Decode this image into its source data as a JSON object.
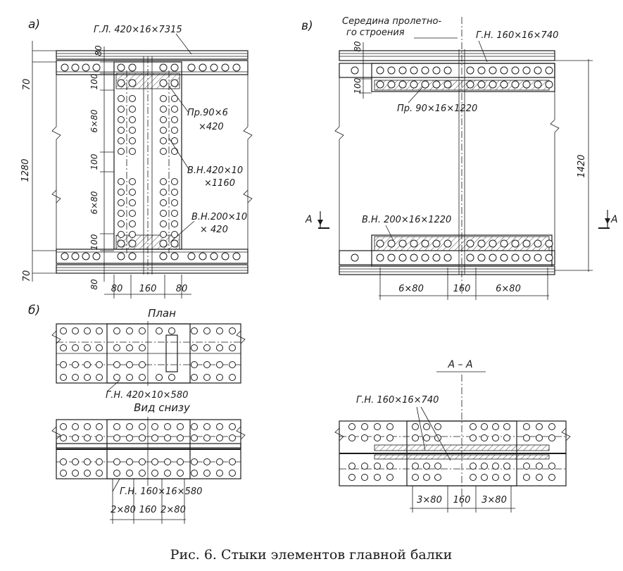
{
  "figure_caption": "Рис. 6. Стыки элементов главной балки",
  "panel_a": {
    "tag": "а)",
    "flange_plate_label": "Г.Л. 420×16×7315",
    "web_pad_top_label_1": "Пр.90×6",
    "web_pad_top_label_2": "×420",
    "web_cover_label_1": "В.Н.420×10",
    "web_cover_label_2": "×1160",
    "web_pad_bottom_label_1": "В.Н.200×10",
    "web_pad_bottom_label_2": "× 420",
    "dims": {
      "top_edge": "80",
      "bottom_edge": "80",
      "flange_top": "70",
      "flange_bottom": "70",
      "overall_height": "1280",
      "seg_1": "100",
      "seg_2": "6×80",
      "seg_3": "100",
      "seg_4": "6×80",
      "seg_5": "100",
      "width_left": "80",
      "width_mid": "160",
      "width_right": "80"
    }
  },
  "panel_b": {
    "tag": "б)",
    "plan_title": "План",
    "bottom_view_title": "Вид снизу",
    "plan_cover_label": "Г.Н. 420×10×580",
    "bottom_cover_label": "Г.Н. 160×16×580",
    "dims": {
      "left": "2×80",
      "mid": "160",
      "right": "2×80"
    }
  },
  "panel_v": {
    "tag": "в)",
    "note_line_1": "Середина пролетно-",
    "note_line_2": "го строения",
    "top_cover_label": "Г.Н. 160×16×740",
    "pad_label": "Пр. 90×16×1220",
    "bottom_cover_label": "В.Н. 200×16×1220",
    "section_mark": "А",
    "dims": {
      "top_80": "80",
      "top_100": "100",
      "height": "1420",
      "left": "6×80",
      "mid": "160",
      "right": "6×80"
    }
  },
  "section_aa": {
    "title": "А – А",
    "cover_label": "Г.Н. 160×16×740",
    "dims": {
      "left": "3×80",
      "mid": "160",
      "right": "3×80"
    }
  }
}
